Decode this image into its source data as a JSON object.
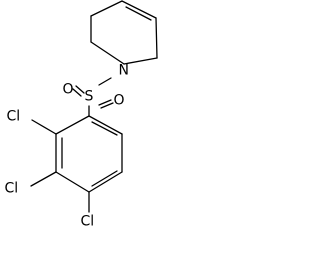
{
  "molecule": {
    "atoms": {
      "N": "N",
      "S": "S",
      "O1": "O",
      "O2": "O",
      "Cl1": "Cl",
      "Cl2": "Cl",
      "Cl3": "Cl"
    }
  },
  "colors": {
    "bond": "#000000",
    "label": "#000000",
    "background": "#ffffff"
  }
}
